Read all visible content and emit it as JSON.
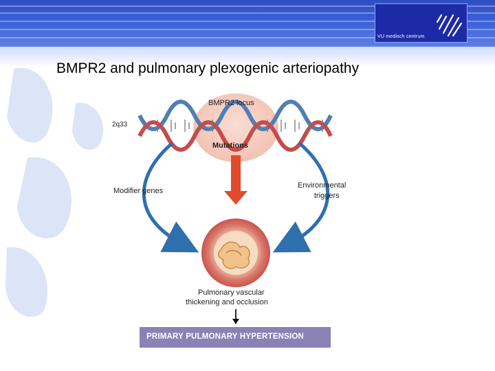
{
  "slide": {
    "title": "BMPR2 and  pulmonary plexogenic arteriopathy",
    "logo_text": "VU medisch centrum"
  },
  "diagram": {
    "locus_label": "BMPR2 locus",
    "chromosome_label": "2q33",
    "mutations_label": "Mutations",
    "modifier_label": "Modifier genes",
    "environment_label_1": "Environmental",
    "environment_label_2": "triggers",
    "thickening_label_1": "Pulmonary vascular",
    "thickening_label_2": "thickening and occlusion",
    "outcome_label": "PRIMARY PULMONARY HYPERTENSION"
  },
  "colors": {
    "header_blue": "#3a5fd8",
    "logo_navy": "#1d2aa8",
    "arrow_blue": "#2f6fae",
    "arrow_red": "#e24a2c",
    "locus_pink": "#f6cfc4",
    "outcome_bar": "#8a82b6"
  },
  "icons": {
    "logo": "vumc-logo-icon",
    "dna": "dna-helix-icon",
    "vessel": "vessel-cross-section-icon"
  }
}
